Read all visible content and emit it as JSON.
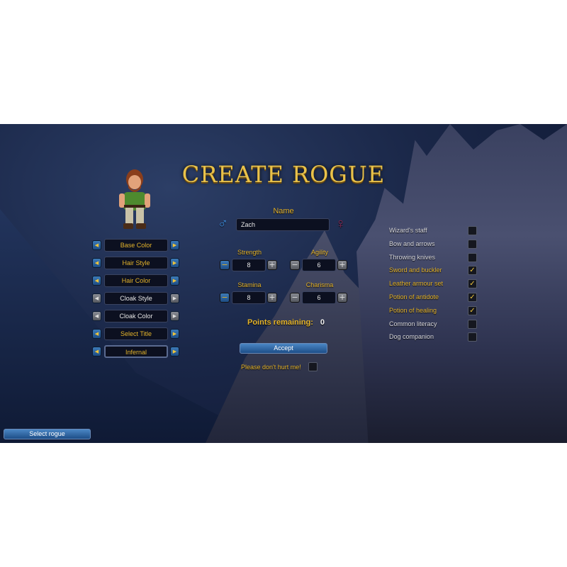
{
  "title": "CREATE ROGUE",
  "appearance": [
    {
      "label": "Base Color",
      "enabled": true
    },
    {
      "label": "Hair Style",
      "enabled": true
    },
    {
      "label": "Hair Color",
      "enabled": true
    },
    {
      "label": "Cloak Style",
      "enabled": false
    },
    {
      "label": "Cloak Color",
      "enabled": false
    },
    {
      "label": "Select Title",
      "enabled": true
    },
    {
      "label": "Infernal",
      "enabled": true
    }
  ],
  "name": {
    "label": "Name",
    "value": "Zach",
    "male_symbol": "♂",
    "female_symbol": "♀"
  },
  "stats": [
    {
      "label": "Strength",
      "value": "8"
    },
    {
      "label": "Agility",
      "value": "6"
    },
    {
      "label": "Stamina",
      "value": "8"
    },
    {
      "label": "Charisma",
      "value": "6"
    }
  ],
  "points": {
    "label": "Points remaining:",
    "value": "0"
  },
  "accept_label": "Accept",
  "dont_hurt_label": "Please don't hurt me!",
  "select_rogue_label": "Select rogue",
  "items": [
    {
      "label": "Wizard's staff",
      "checked": false
    },
    {
      "label": "Bow and arrows",
      "checked": false
    },
    {
      "label": "Throwing knives",
      "checked": false
    },
    {
      "label": "Sword and buckler",
      "checked": true
    },
    {
      "label": "Leather armour set",
      "checked": true
    },
    {
      "label": "Potion of antidote",
      "checked": true
    },
    {
      "label": "Potion of healing",
      "checked": true
    },
    {
      "label": "Common literacy",
      "checked": false
    },
    {
      "label": "Dog companion",
      "checked": false
    }
  ],
  "colors": {
    "gold": "#e4b32a",
    "blue": "#2d6aa8"
  }
}
